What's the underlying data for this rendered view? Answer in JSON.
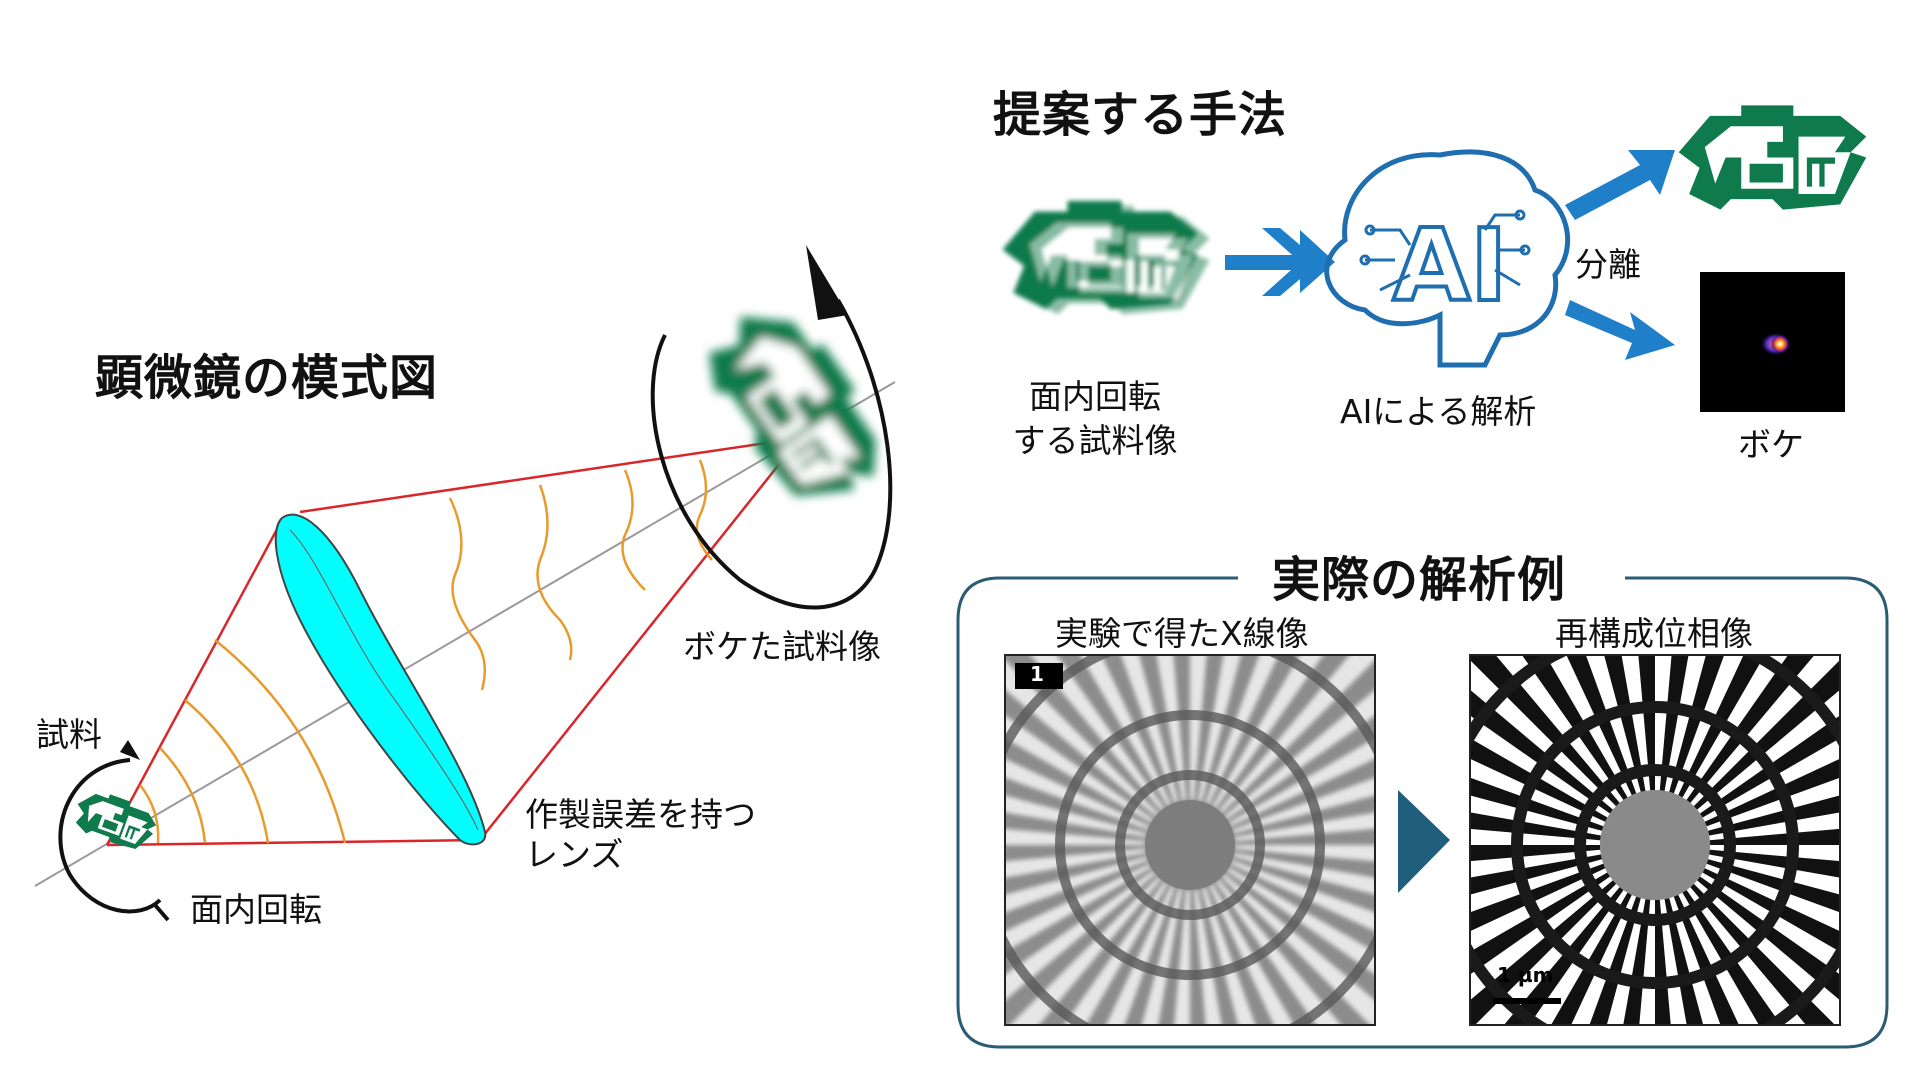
{
  "microscope": {
    "title": "顕微鏡の模式図",
    "sample_label": "試料",
    "rotation_label": "面内回転",
    "lens_label_line1": "作製誤差を持つ",
    "lens_label_line2": "レンズ",
    "blurred_label": "ボケた試料像"
  },
  "method": {
    "title": "提案する手法",
    "input_label_line1": "面内回転",
    "input_label_line2": "する試料像",
    "ai_label": "AIによる解析",
    "separation_label": "分離",
    "blur_label": "ボケ",
    "ai_icon_text": "AI"
  },
  "example": {
    "title": "実際の解析例",
    "experiment_title": "実験で得たX線像",
    "reconstruction_title": "再構成位相像",
    "frame_badge": "1",
    "scale_bar": "1 µm"
  },
  "colors": {
    "logo_green": "#0f7a4b",
    "lens_cyan": "#00ffff",
    "ray_red": "#d9262b",
    "wave_orange": "#e89a2b",
    "arrow_blue": "#1f7fc9",
    "panel_border": "#2a5d73",
    "play_arrow": "#1f5f7c"
  }
}
